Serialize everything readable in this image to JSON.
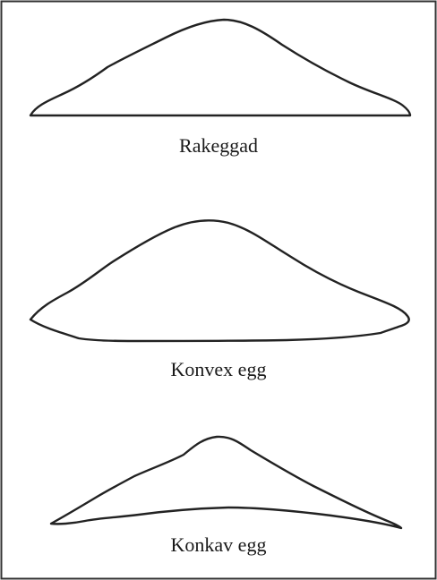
{
  "shapes": [
    {
      "id": "flat-edge",
      "caption": "Rakeggad"
    },
    {
      "id": "convex-edge",
      "caption": "Konvex egg"
    },
    {
      "id": "concave-edge",
      "caption": "Konkav egg"
    }
  ],
  "colors": {
    "stroke": "#222222",
    "border": "#333333",
    "background": "#ffffff"
  }
}
